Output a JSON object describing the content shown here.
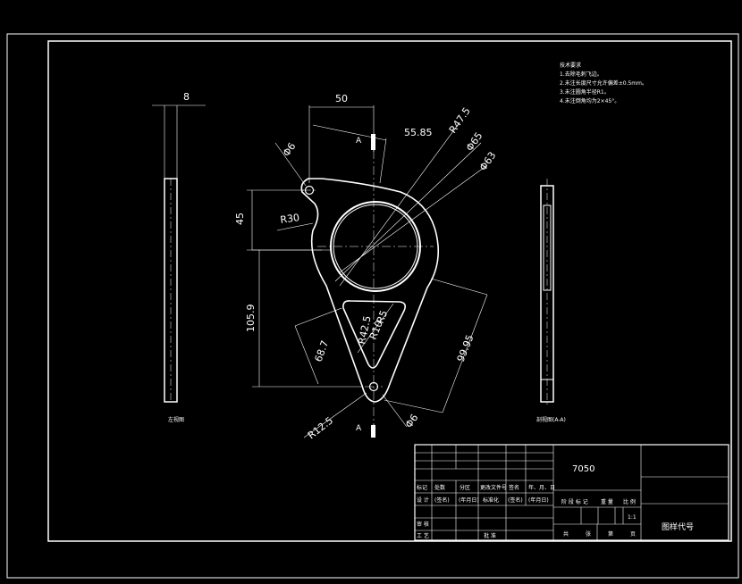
{
  "notes": {
    "title": "技术要求",
    "lines": [
      "1.去除毛刺飞边。",
      "2.未注长度尺寸允许偏差±0.5mm。",
      "3.未注圆角半径R1。",
      "4.未注倒角均为2×45°。"
    ]
  },
  "dimensions": {
    "thickness": "8",
    "width": "50",
    "hole_dist": "55.85",
    "r_big": "R47.5",
    "dia_65": "Φ65",
    "dia_63": "Φ63",
    "dia_6_top": "Φ6",
    "r30": "R30",
    "height_45": "45",
    "height_105": "105.9",
    "r42": "R42.5",
    "r10": "R10",
    "r5": "R5",
    "len_68": "68.7",
    "len_99": "99.95",
    "r12": "R12.5",
    "dia_6_bottom": "Φ6",
    "section_mark": "A"
  },
  "views": {
    "left_label": "左视图",
    "section_label": "剖视图(A-A)"
  },
  "title_block": {
    "material": "7050",
    "drawing_code": "图样代号",
    "scale": "1:1",
    "row_labels": [
      "标记",
      "处数",
      "分区",
      "更改文件号",
      "签名",
      "年、月、日"
    ],
    "design_row": [
      "设 计",
      "(签名)",
      "(年月日)",
      "标准化",
      "(签名)",
      "(年月日)"
    ],
    "right_headers": [
      "阶 段 标 记",
      "重 量",
      "比 例"
    ],
    "review": "审 核",
    "process": "工 艺",
    "approve": "批 准",
    "sheets": [
      "共",
      "张",
      "第",
      "页"
    ]
  }
}
